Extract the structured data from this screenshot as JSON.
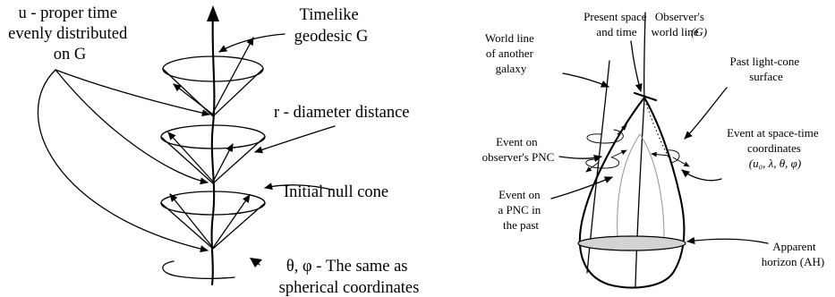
{
  "left_diagram": {
    "label_u": [
      "u - proper time",
      "evenly distributed",
      "on G"
    ],
    "label_geodesic": [
      "Timelike",
      "geodesic G"
    ],
    "label_r": "r - diameter distance",
    "label_initial_null_cone": "Initial null cone",
    "label_angles": [
      "θ, φ - The same as",
      "spherical coordinates"
    ]
  },
  "right_diagram": {
    "label_present": [
      "Present space",
      "and time"
    ],
    "label_observer": [
      "Observer's",
      "world line"
    ],
    "label_observer_G": "(G)",
    "label_world_line": [
      "World line",
      "of another",
      "galaxy"
    ],
    "label_past_cone": [
      "Past light-cone",
      "surface"
    ],
    "label_event_pnc": [
      "Event on",
      "observer's PNC"
    ],
    "label_event_spacetime": [
      "Event at space-time",
      "coordinates"
    ],
    "label_coords": "(u₀, λ, θ, φ)",
    "label_event_past": [
      "Event on",
      "a PNC in",
      "the past"
    ],
    "label_apparent_horizon": [
      "Apparent",
      "horizon (AH)"
    ]
  }
}
